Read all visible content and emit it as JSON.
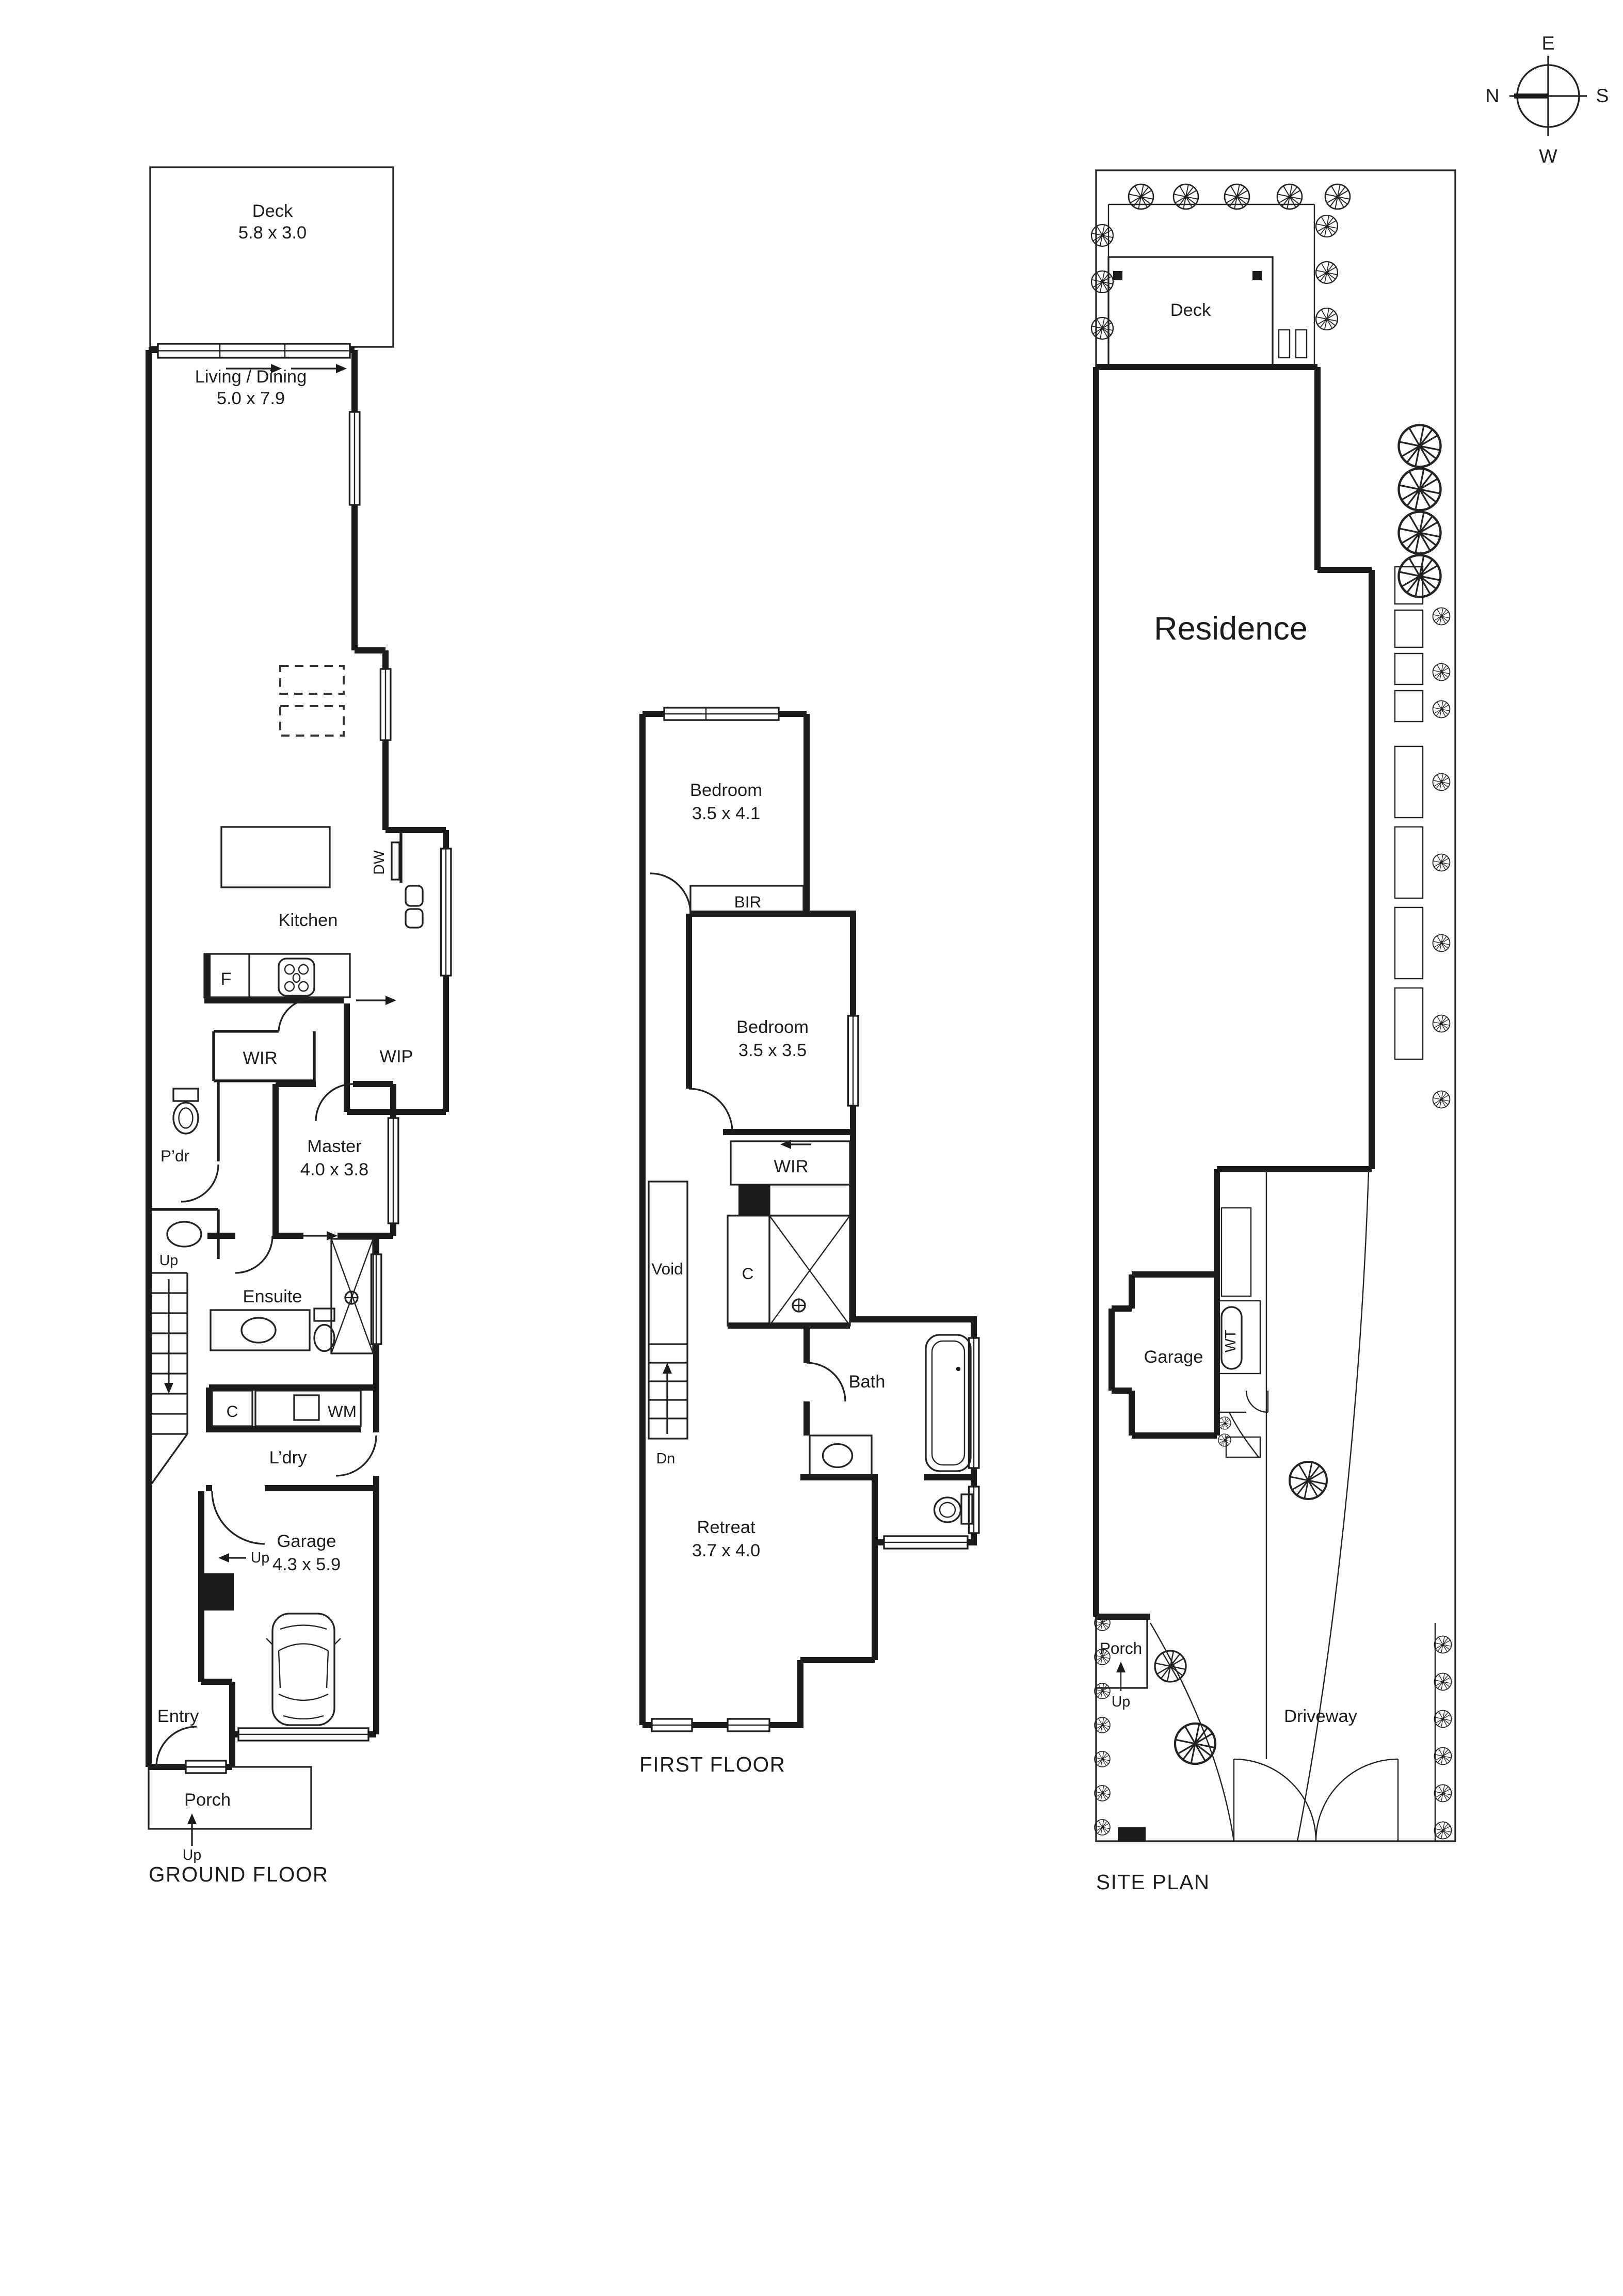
{
  "compass": {
    "n": "N",
    "e": "E",
    "s": "S",
    "w": "W"
  },
  "ground": {
    "title": "GROUND FLOOR",
    "deck": "Deck",
    "deck_dim": "5.8 x 3.0",
    "living": "Living / Dining",
    "living_dim": "5.0 x 7.9",
    "kitchen": "Kitchen",
    "dw": "DW",
    "fridge": "F",
    "wip": "WIP",
    "wir": "WIR",
    "pdr": "P’dr",
    "master": "Master",
    "master_dim": "4.0 x 3.8",
    "stairs_up": "Up",
    "ensuite": "Ensuite",
    "cupboard": "C",
    "wm": "WM",
    "ldry": "L’dry",
    "garage": "Garage",
    "garage_dim": "4.3 x 5.9",
    "garage_up": "Up",
    "entry": "Entry",
    "porch": "Porch",
    "porch_up": "Up"
  },
  "first": {
    "title": "FIRST FLOOR",
    "bedroom1": "Bedroom",
    "bedroom1_dim": "3.5 x 4.1",
    "bir": "BIR",
    "bedroom2": "Bedroom",
    "bedroom2_dim": "3.5 x 3.5",
    "wir": "WIR",
    "void": "Void",
    "cupboard": "C",
    "bath": "Bath",
    "dn": "Dn",
    "retreat": "Retreat",
    "retreat_dim": "3.7 x 4.0"
  },
  "site": {
    "title": "SITE PLAN",
    "deck": "Deck",
    "residence": "Residence",
    "garage": "Garage",
    "wt": "WT",
    "porch": "Porch",
    "porch_up": "Up",
    "driveway": "Driveway"
  }
}
